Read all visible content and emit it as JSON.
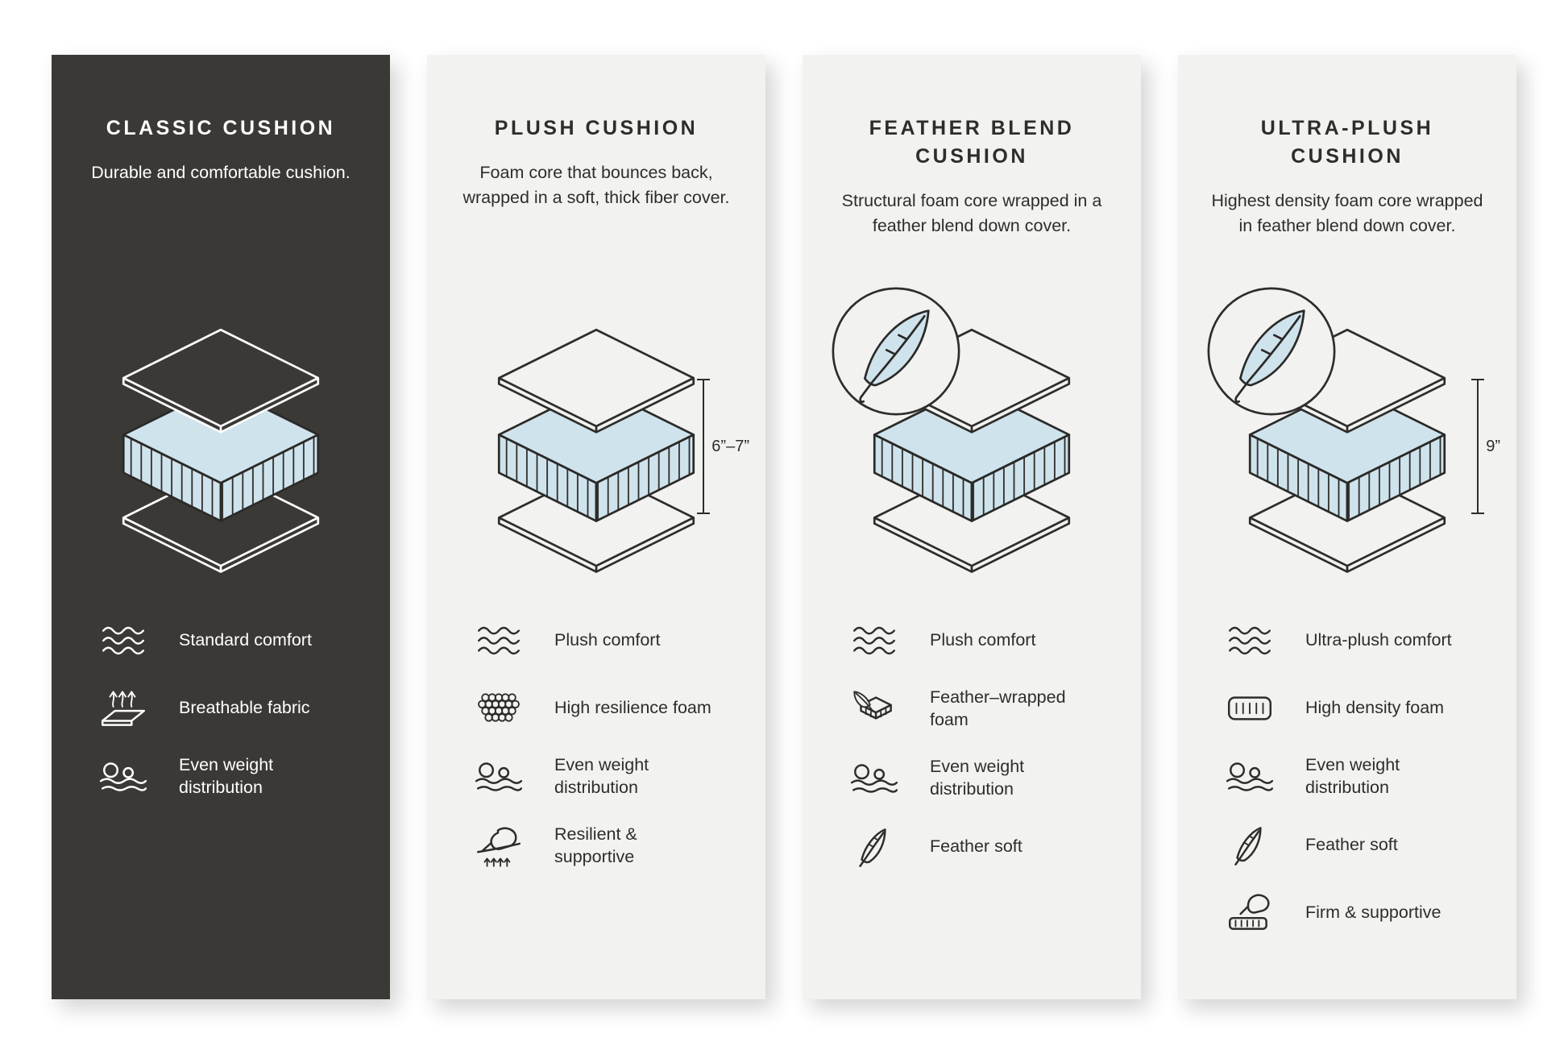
{
  "colors": {
    "foam_blue": "#cfe3ec",
    "dark_panel_bg": "#3b3936",
    "light_panel_bg": "#f2f2f0",
    "ink": "#2e2d2b"
  },
  "panels": [
    {
      "title": "CLASSIC CUSHION",
      "description": "Durable and comfortable cushion.",
      "theme": "dark",
      "has_feather_badge": false,
      "height_label": null,
      "diagram": "layered-cushion",
      "features": [
        {
          "icon": "waves-icon",
          "label": "Standard comfort"
        },
        {
          "icon": "breathable-fabric-icon",
          "label": "Breathable fabric"
        },
        {
          "icon": "weight-distribution-icon",
          "label": "Even weight distribution"
        }
      ]
    },
    {
      "title": "PLUSH CUSHION",
      "description": "Foam core that bounces back, wrapped in a soft, thick fiber cover.",
      "theme": "light",
      "has_feather_badge": false,
      "height_label": "6”–7”",
      "diagram": "layered-cushion",
      "features": [
        {
          "icon": "waves-icon",
          "label": "Plush comfort"
        },
        {
          "icon": "resilience-foam-icon",
          "label": "High resilience foam"
        },
        {
          "icon": "weight-distribution-icon",
          "label": "Even weight distribution"
        },
        {
          "icon": "hand-press-icon",
          "label": "Resilient & supportive"
        }
      ]
    },
    {
      "title": "FEATHER BLEND CUSHION",
      "description": "Structural foam core wrapped in a feather blend down cover.",
      "theme": "light",
      "has_feather_badge": true,
      "height_label": null,
      "diagram": "layered-cushion",
      "features": [
        {
          "icon": "waves-icon",
          "label": "Plush comfort"
        },
        {
          "icon": "feather-wrapped-foam-icon",
          "label": "Feather–wrapped foam"
        },
        {
          "icon": "weight-distribution-icon",
          "label": "Even weight distribution"
        },
        {
          "icon": "feather-icon",
          "label": "Feather soft"
        }
      ]
    },
    {
      "title": "ULTRA-PLUSH CUSHION",
      "description": "Highest density foam core wrapped in feather blend down cover.",
      "theme": "light",
      "has_feather_badge": true,
      "height_label": "9”",
      "diagram": "layered-cushion",
      "features": [
        {
          "icon": "waves-icon",
          "label": "Ultra-plush comfort"
        },
        {
          "icon": "high-density-foam-icon",
          "label": "High density foam"
        },
        {
          "icon": "weight-distribution-icon",
          "label": "Even weight distribution"
        },
        {
          "icon": "feather-icon",
          "label": "Feather soft"
        },
        {
          "icon": "firm-support-icon",
          "label": "Firm & supportive"
        }
      ]
    }
  ]
}
